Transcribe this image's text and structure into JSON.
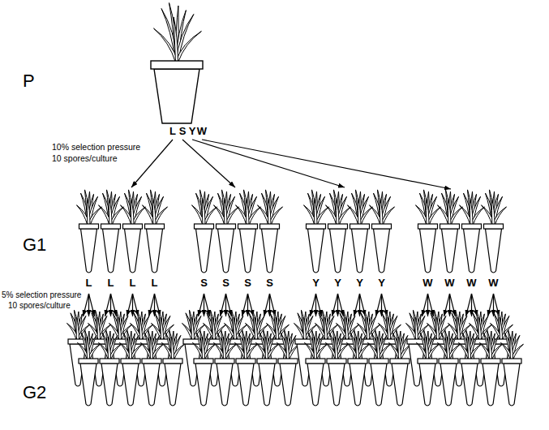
{
  "diagram": {
    "labels": [
      "P",
      "L",
      "S",
      "Y",
      "W",
      "10% selection pressure",
      "10 spores/culture",
      "G1",
      "L",
      "L",
      "L",
      "L",
      "S",
      "S",
      "S",
      "S",
      "Y",
      "Y",
      "Y",
      "Y",
      "W",
      "W",
      "W",
      "W",
      "5% selection pressure",
      "10 spores/culture",
      "G2"
    ]
  }
}
